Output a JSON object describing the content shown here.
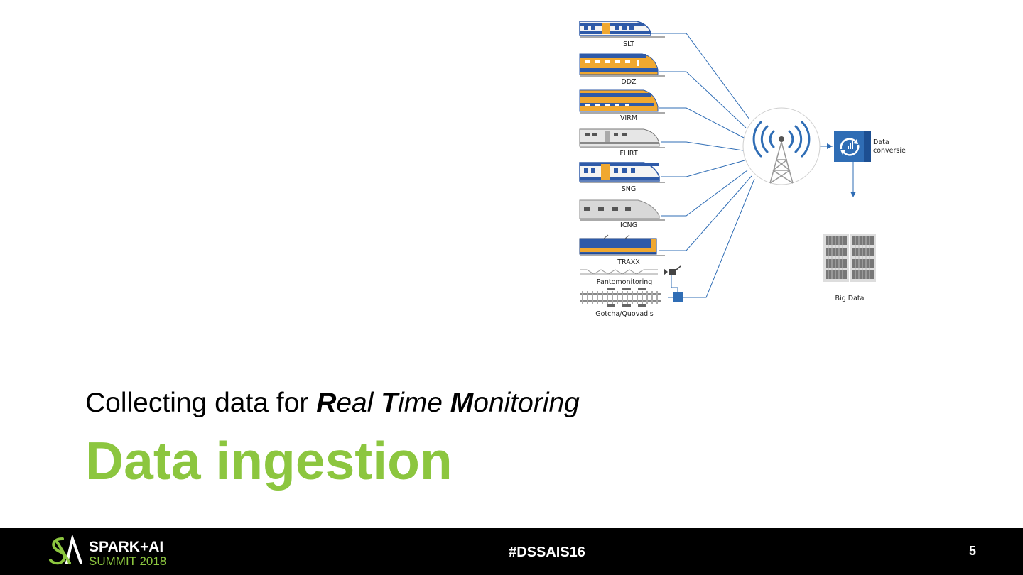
{
  "slide": {
    "subtitle": {
      "parts": [
        "Collecting data for ",
        "R",
        "eal ",
        "T",
        "ime ",
        "M",
        "onitoring"
      ]
    },
    "title": "Data ingestion",
    "page_number": "5",
    "hashtag": "#DSSAIS16"
  },
  "logo": {
    "line1": "SPARK+AI",
    "line2": "SUMMIT 2018"
  },
  "diagram": {
    "trains": [
      {
        "label": "SLT"
      },
      {
        "label": "DDZ"
      },
      {
        "label": "VIRM"
      },
      {
        "label": "FLIRT"
      },
      {
        "label": "SNG"
      },
      {
        "label": "ICNG"
      },
      {
        "label": "TRAXX"
      }
    ],
    "monitoring": [
      {
        "label": "Pantomonitoring"
      },
      {
        "label": "Gotcha/Quovadis"
      }
    ],
    "conversion_label": [
      "Data",
      "conversie"
    ],
    "storage_label": "Big Data"
  },
  "colors": {
    "accent_green": "#8cc63f",
    "ns_blue": "#2e5aa8",
    "ns_yellow": "#f0a830",
    "line_blue": "#2f6db5",
    "footer_bg": "#000000"
  },
  "icons": {
    "tower": "radio-tower-icon",
    "conversion": "data-conversion-icon",
    "storage": "server-rack-icon",
    "camera": "camera-icon",
    "logo": "spark-ai-logo"
  }
}
